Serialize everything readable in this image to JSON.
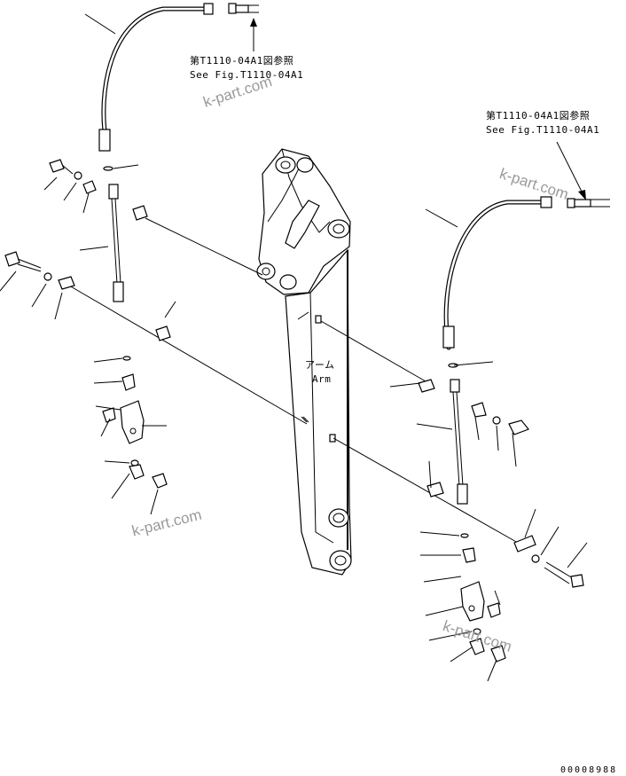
{
  "references": {
    "top": {
      "jp": "第T1110-04A1図参照",
      "en": "See Fig.T1110-04A1"
    },
    "right": {
      "jp": "第T1110-04A1図参照",
      "en": "See Fig.T1110-04A1"
    }
  },
  "arm_label": {
    "jp": "アーム",
    "en": "Arm"
  },
  "watermarks": [
    "k-part.com",
    "k-part.com",
    "k-part.com",
    "k-part.com"
  ],
  "drawing_number": "00008988"
}
